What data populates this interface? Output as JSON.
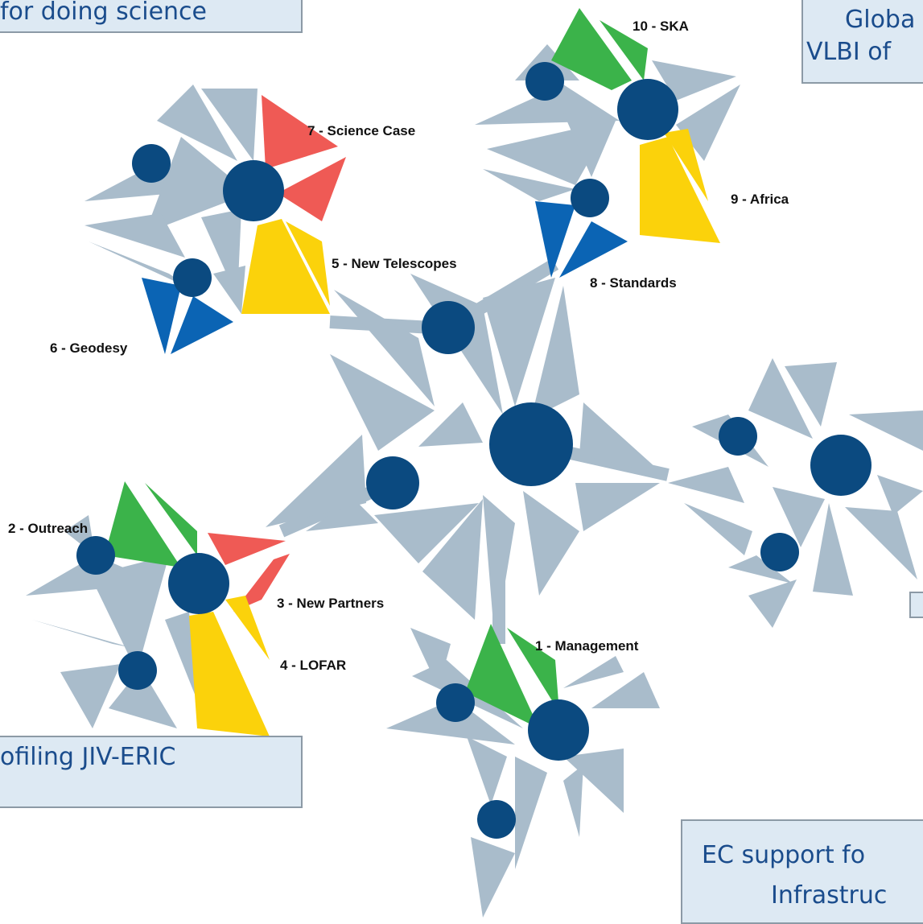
{
  "callouts": {
    "top_left": "for doing science",
    "top_right_line1": "Globa",
    "top_right_line2": "VLBI of",
    "bottom_left": "ofiling JIV-ERIC",
    "bottom_right_line1": "EC support fo",
    "bottom_right_line2": "Infrastruc"
  },
  "work_packages": [
    {
      "id": "wp1",
      "label": "1 - Management",
      "color": "green"
    },
    {
      "id": "wp2",
      "label": "2 - Outreach",
      "color": "green"
    },
    {
      "id": "wp3",
      "label": "3 - New Partners",
      "color": "red"
    },
    {
      "id": "wp4",
      "label": "4 - LOFAR",
      "color": "yellow"
    },
    {
      "id": "wp5",
      "label": "5 - New Telescopes",
      "color": "yellow"
    },
    {
      "id": "wp6",
      "label": "6 - Geodesy",
      "color": "blue"
    },
    {
      "id": "wp7",
      "label": "7 - Science Case",
      "color": "red"
    },
    {
      "id": "wp8",
      "label": "8 - Standards",
      "color": "blue"
    },
    {
      "id": "wp9",
      "label": "9 - Africa",
      "color": "yellow"
    },
    {
      "id": "wp10",
      "label": "10 - SKA",
      "color": "green"
    }
  ],
  "colors": {
    "triangle_grey": "#a9bccb",
    "node_blue": "#0b4a80",
    "green": "#3bb34a",
    "red": "#ef5a55",
    "yellow": "#fbd20b",
    "blue": "#0b64b4",
    "callout_bg": "#dde9f3",
    "callout_text": "#1a4c8c"
  }
}
